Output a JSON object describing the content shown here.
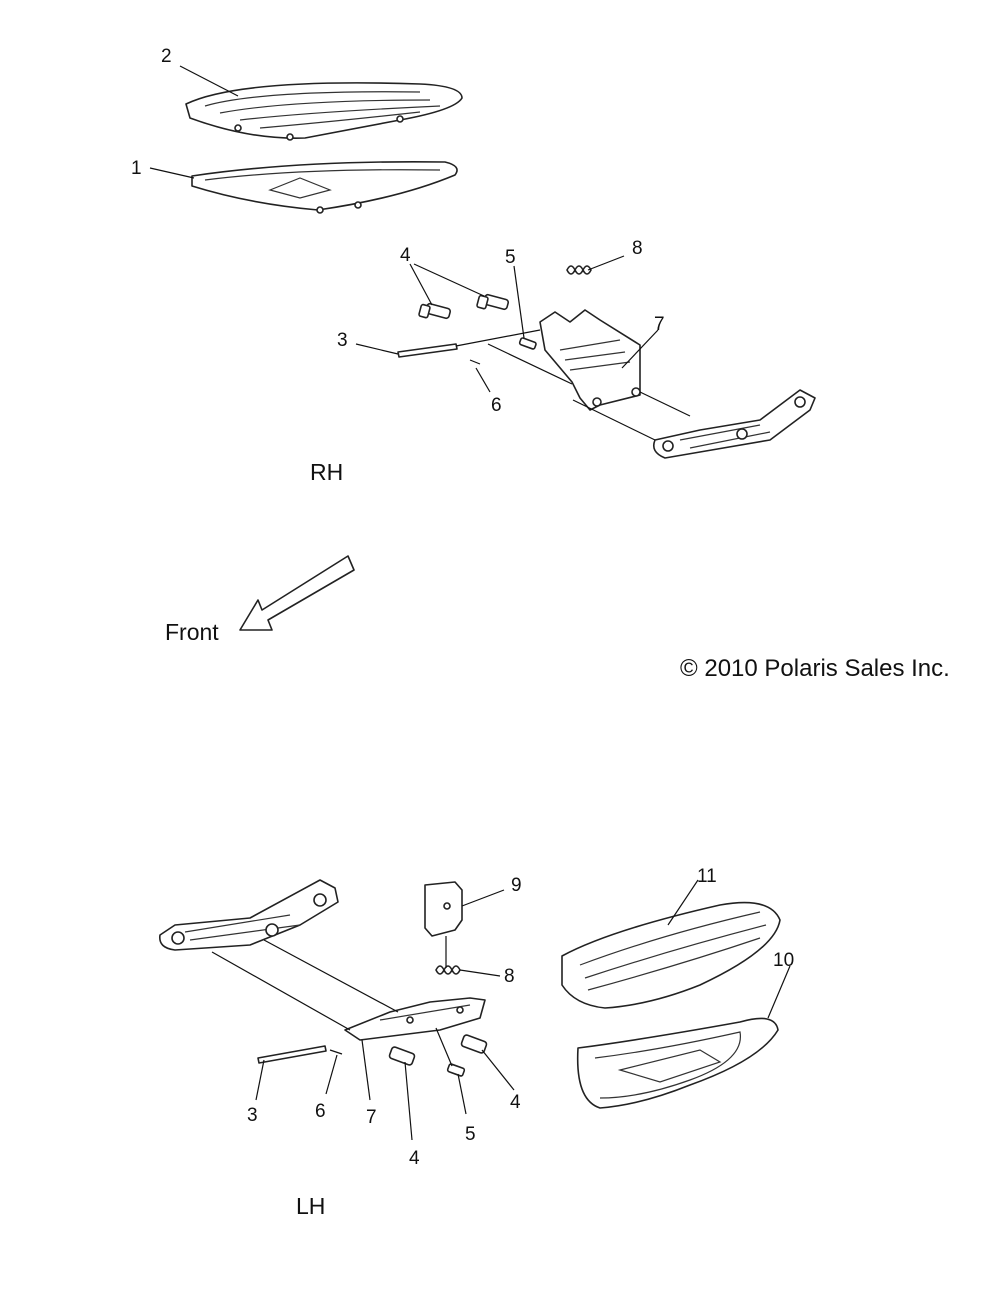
{
  "labels": {
    "rh": "RH",
    "lh": "LH",
    "front": "Front",
    "copyright": "© 2010 Polaris Sales Inc."
  },
  "callouts": {
    "rh": [
      "2",
      "1",
      "4",
      "5",
      "8",
      "3",
      "7",
      "6"
    ],
    "lh": [
      "9",
      "11",
      "8",
      "10",
      "3",
      "6",
      "7",
      "4",
      "5",
      "4"
    ]
  },
  "colors": {
    "line": "#111111",
    "background": "#ffffff"
  }
}
